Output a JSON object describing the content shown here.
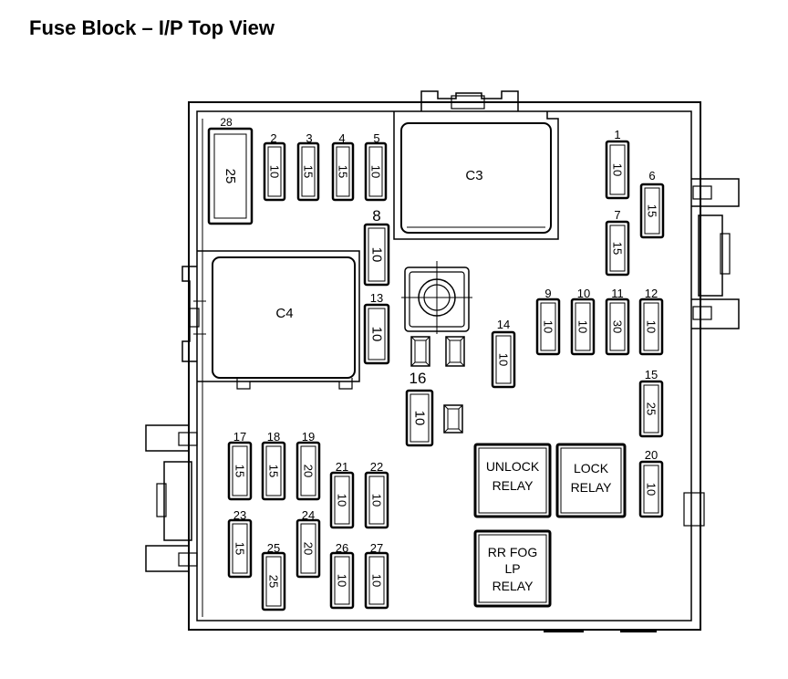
{
  "title": "Fuse Block – I/P Top View",
  "connectors": {
    "c3": "C3",
    "c4": "C4"
  },
  "relays": {
    "unlock": [
      "UNLOCK",
      "RELAY"
    ],
    "lock": [
      "LOCK",
      "RELAY"
    ],
    "rrfog": [
      "RR FOG",
      "LP",
      "RELAY"
    ]
  },
  "fuses": [
    {
      "id": "28",
      "amp": "25"
    },
    {
      "id": "2",
      "amp": "10"
    },
    {
      "id": "3",
      "amp": "15"
    },
    {
      "id": "4",
      "amp": "15"
    },
    {
      "id": "5",
      "amp": "10"
    },
    {
      "id": "8",
      "amp": "10"
    },
    {
      "id": "13",
      "amp": "10"
    },
    {
      "id": "1",
      "amp": "10"
    },
    {
      "id": "6",
      "amp": "15"
    },
    {
      "id": "7",
      "amp": "15"
    },
    {
      "id": "9",
      "amp": "10"
    },
    {
      "id": "10",
      "amp": "10"
    },
    {
      "id": "11",
      "amp": "30"
    },
    {
      "id": "12",
      "amp": "10"
    },
    {
      "id": "14",
      "amp": "10"
    },
    {
      "id": "15",
      "amp": "25"
    },
    {
      "id": "16",
      "amp": "10"
    },
    {
      "id": "20",
      "amp": "10"
    },
    {
      "id": "17",
      "amp": "15"
    },
    {
      "id": "18",
      "amp": "15"
    },
    {
      "id": "19",
      "amp": "20"
    },
    {
      "id": "21",
      "amp": "10"
    },
    {
      "id": "22",
      "amp": "10"
    },
    {
      "id": "23",
      "amp": "15"
    },
    {
      "id": "24",
      "amp": "20"
    },
    {
      "id": "25",
      "amp": "25"
    },
    {
      "id": "26",
      "amp": "10"
    },
    {
      "id": "27",
      "amp": "10"
    }
  ]
}
